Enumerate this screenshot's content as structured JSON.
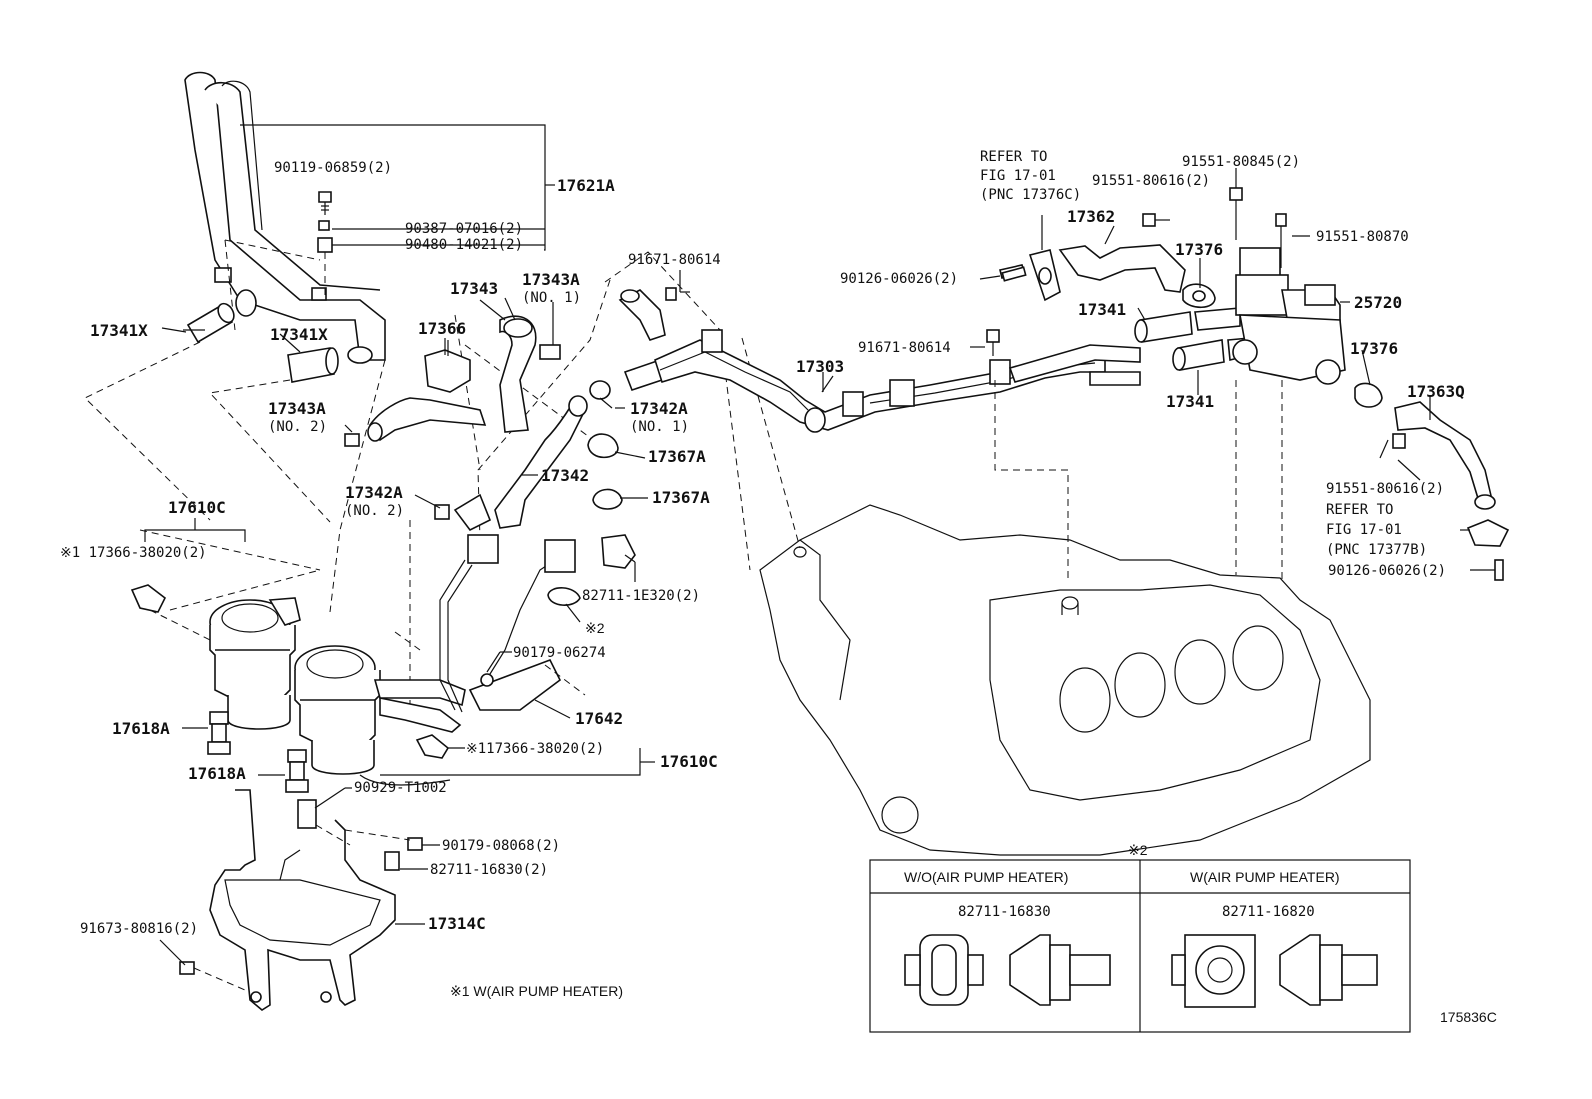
{
  "labels": {
    "p17621A": "17621A",
    "p90119": "90119-06859(2)",
    "p90387": "90387-07016(2)",
    "p90480": "90480-14021(2)",
    "p17341X_a": "17341X",
    "p17341X_b": "17341X",
    "p17343": "17343",
    "p17343A_1": "17343A",
    "p17343A_1n": "(NO. 1)",
    "p17366": "17366",
    "p91671_a": "91671-80614",
    "p17343A_2": "17343A",
    "p17343A_2n": "(NO. 2)",
    "p17342A_1": "17342A",
    "p17342A_1n": "(NO. 1)",
    "p17367A_a": "17367A",
    "p17342": "17342",
    "p17367A_b": "17367A",
    "p17342A_2": "17342A",
    "p17342A_2n": "(NO. 2)",
    "p17610C_a": "17610C",
    "p17366_38020_a": "※1 17366-38020(2)",
    "p82711_1E320": "82711-1E320(2)",
    "p_note2": "※2",
    "p90179_06274": "90179-06274",
    "p17642": "17642",
    "p17618A_a": "17618A",
    "p17366_38020_b": "※117366-38020(2)",
    "p17610C_b": "17610C",
    "p17618A_b": "17618A",
    "p90929": "90929-T1002",
    "p90179_08068": "90179-08068(2)",
    "p82711_16830": "82711-16830(2)",
    "p91673": "91673-80816(2)",
    "p17314C": "17314C",
    "p_note1": "※1 W(AIR PUMP HEATER)",
    "p17303": "17303",
    "p91671_b": "91671-80614",
    "p90126_a": "90126-06026(2)",
    "p_refer1_a": "REFER TO",
    "p_refer1_b": "FIG 17-01",
    "p_refer1_c": "(PNC 17376C)",
    "p17362": "17362",
    "p91551_80616_a": "91551-80616(2)",
    "p91551_80845": "91551-80845(2)",
    "p17376_a": "17376",
    "p91551_80870": "91551-80870",
    "p25720": "25720",
    "p17341_a": "17341",
    "p17376_b": "17376",
    "p17341_b": "17341",
    "p17363Q": "17363Q",
    "p91551_80616_b": "91551-80616(2)",
    "p_refer2_a": "REFER TO",
    "p_refer2_b": "FIG 17-01",
    "p_refer2_c": "(PNC 17377B)",
    "p90126_b": "90126-06026(2)",
    "figure_id": "175836C"
  },
  "inset": {
    "note": "※2",
    "col1_header": "W/O(AIR PUMP HEATER)",
    "col2_header": "W(AIR PUMP HEATER)",
    "col1_part": "82711-16830",
    "col2_part": "82711-16820"
  }
}
